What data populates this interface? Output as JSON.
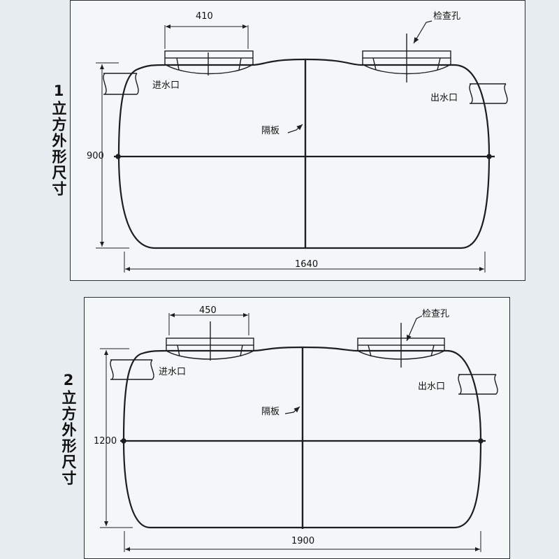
{
  "drawing_1": {
    "caption": "1立方外形尺寸",
    "dim_manhole": "410",
    "dim_height": "900",
    "dim_length": "1640",
    "label_inspection_hole": "检查孔",
    "label_inlet": "进水口",
    "label_outlet": "出水口",
    "label_partition": "隔板"
  },
  "drawing_2": {
    "caption": "2立方外形尺寸",
    "dim_manhole": "450",
    "dim_height": "1200",
    "dim_length": "1900",
    "label_inspection_hole": "检查孔",
    "label_inlet": "进水口",
    "label_outlet": "出水口",
    "label_partition": "隔板"
  },
  "colors": {
    "line": "#1c1f22",
    "paper": "#f4f7f8",
    "background": "#e7edf0"
  }
}
